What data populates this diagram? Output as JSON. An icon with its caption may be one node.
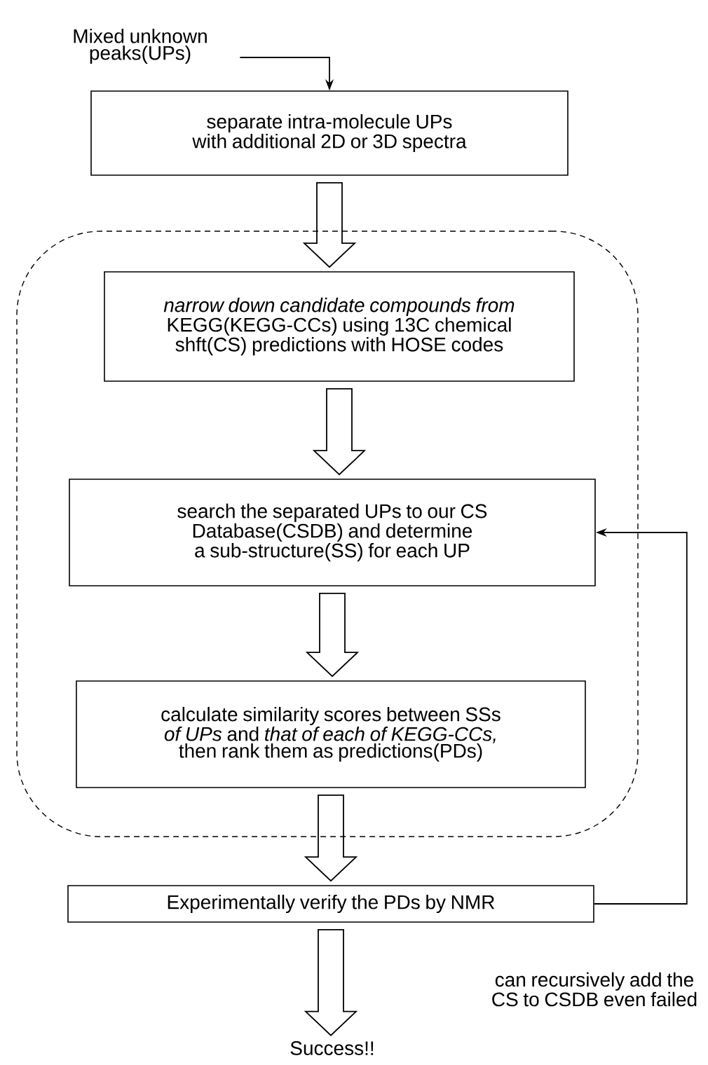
{
  "diagram": {
    "nodes": [
      {
        "text": [
          "Mixed unknown peaks(UPs)"
        ]
      },
      {
        "text": [
          "separate intra-molecule UPs with additional 2D or 3D spectra"
        ]
      },
      {
        "text": [],
        "shape": "box"
      },
      {
        "text": [
          "*narrow down candidate compounds from* KEGG(KEGG-CCs) using 13C chemical shft(CS) predictions with HOSE codes"
        ],
        "in": 2
      },
      {
        "text": [
          "search the separated UPs to our CS Database(CSDB) and determine a sub-structure(SS) for each UP"
        ],
        "in": 2
      },
      {
        "text": [
          "calculate similarity scores between SSs *of UPs* and *that of each of KEGG-CCs,* then rank them as predictions(PDs)"
        ],
        "in": 2
      },
      {
        "text": [
          "Experimentally verify the PDs by NMR"
        ]
      },
      {
        "text": [
          "Success!!"
        ]
      }
    ],
    "edges": [
      {
        "from": 0,
        "to": 1,
        "arrow": "to"
      },
      {
        "from": 1,
        "to": 3,
        "arrow": "to",
        "style": "thick"
      },
      {
        "from": 3,
        "to": 4,
        "arrow": "to",
        "style": "thick"
      },
      {
        "from": 4,
        "to": 5,
        "arrow": "to",
        "style": "thick"
      },
      {
        "from": 5,
        "to": 6,
        "arrow": "to",
        "style": "thick"
      },
      {
        "from": 6,
        "to": 7,
        "arrow": "to",
        "style": "thick"
      },
      {
        "from": 6,
        "to": 4,
        "arrow": "to",
        "label": "can recursively add the CS to CSDB even failed"
      }
    ]
  }
}
